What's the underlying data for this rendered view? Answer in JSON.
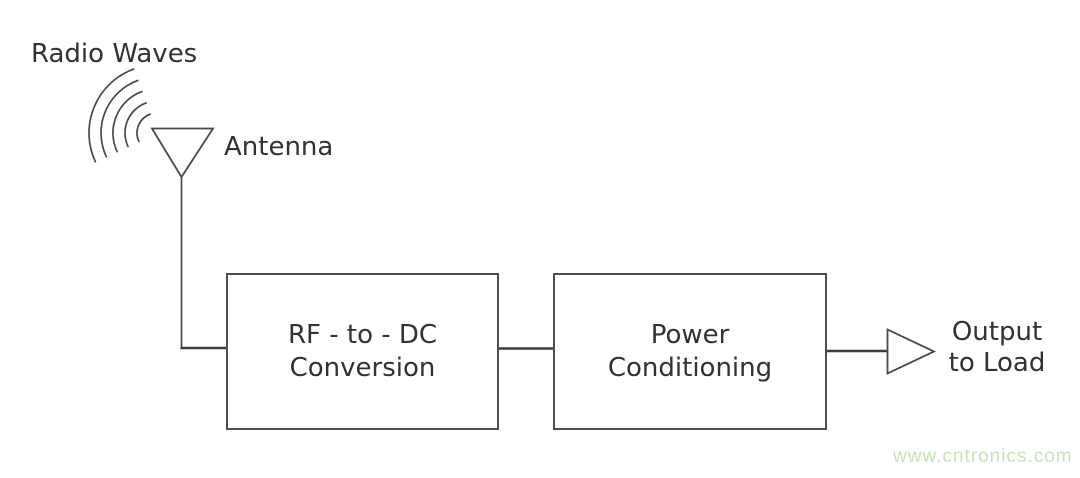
{
  "page": {
    "background": "#ffffff"
  },
  "diagram": {
    "title_implied": "RF energy harvesting block diagram",
    "source_label": "Radio Waves",
    "antenna_label": "Antenna",
    "blocks": [
      {
        "id": "rf-to-dc-conversion",
        "line1": "RF - to - DC",
        "line2": "Conversion"
      },
      {
        "id": "power-conditioning",
        "line1": "Power",
        "line2": "Conditioning"
      }
    ],
    "output": {
      "line1": "Output",
      "line2": "to Load"
    },
    "icons": {
      "radio_waves": "radio-waves-icon",
      "antenna": "antenna-icon",
      "output_arrow": "output-arrow-icon"
    },
    "colors": {
      "stroke": "#4a4a4a",
      "text": "#323232",
      "background": "#ffffff"
    }
  },
  "watermark": {
    "text": "www.cntronics.com",
    "color": "#c8e3bc"
  }
}
